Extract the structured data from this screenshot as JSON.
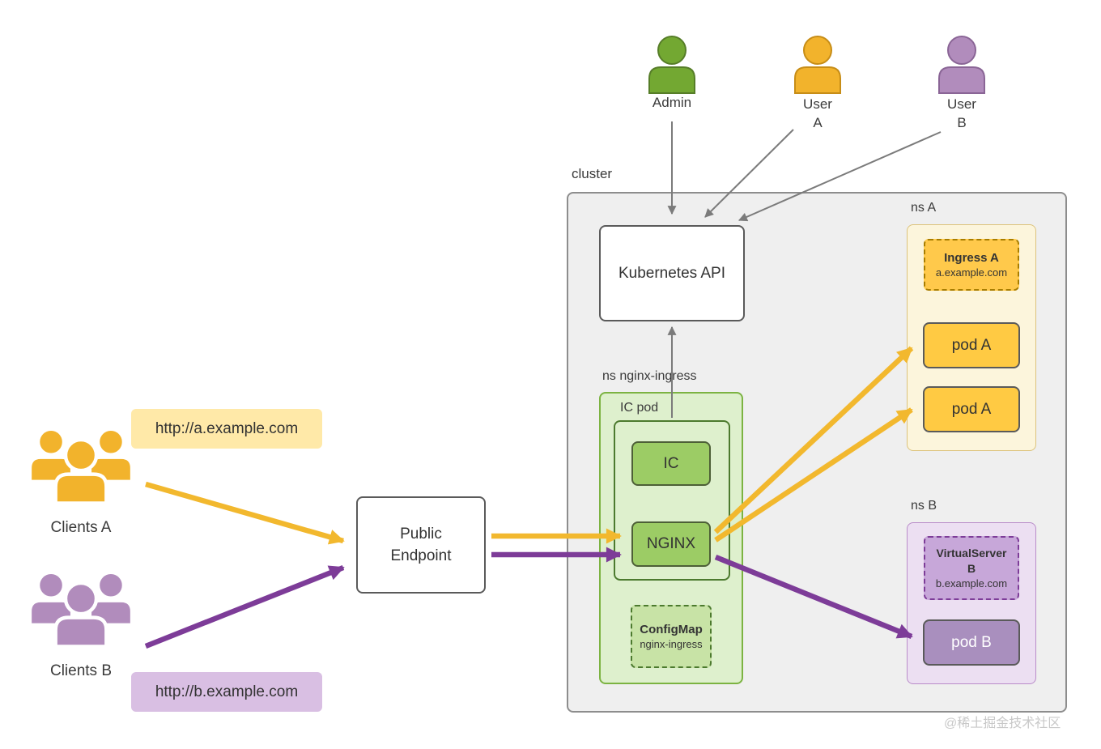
{
  "watermark": "@稀土掘金技术社区",
  "actors": {
    "admin": {
      "label": "Admin"
    },
    "user_a": {
      "line1": "User",
      "line2": "A"
    },
    "user_b": {
      "line1": "User",
      "line2": "B"
    }
  },
  "clients_a": {
    "label": "Clients A",
    "url": "http://a.example.com"
  },
  "clients_b": {
    "label": "Clients B",
    "url": "http://b.example.com"
  },
  "public_endpoint": {
    "line1": "Public",
    "line2": "Endpoint"
  },
  "cluster": {
    "label": "cluster",
    "kubernetes_api": "Kubernetes API",
    "ns_nginx_ingress": {
      "label": "ns nginx-ingress",
      "ic_pod_label": "IC pod",
      "ic": "IC",
      "nginx": "NGINX",
      "configmap_title": "ConfigMap",
      "configmap_subtitle": "nginx-ingress"
    },
    "ns_a": {
      "label": "ns A",
      "ingress_title": "Ingress A",
      "ingress_subtitle": "a.example.com",
      "pod1": "pod A",
      "pod2": "pod A"
    },
    "ns_b": {
      "label": "ns B",
      "virtualserver_title": "VirtualServer",
      "virtualserver_title2": "B",
      "virtualserver_subtitle": "b.example.com",
      "pod": "pod B"
    }
  },
  "colors": {
    "yellow": "#F2B82E",
    "pod-yellow": "#FFCA43",
    "amber": "#FFC94B",
    "yellow-light": "#FFE9A8",
    "yellow-pale": "#FCF5DC",
    "purple": "#7D3C98",
    "purple-mid": "#C7A7D9",
    "pod-purple": "#A98FBE",
    "purple-light": "#D9BFE3",
    "purple-pale": "#ECDFF2",
    "green": "#7CB342",
    "green-mid": "#9CCC65",
    "green-pale": "#DEF0CD",
    "green-dark": "#4C7A2E",
    "admin-green": "#73A832",
    "user-yellow": "#F2B32C",
    "user-purple": "#B18CBC",
    "gray-arrow": "#7b7b7b",
    "cluster-bg": "#EFEFEF",
    "cluster-border": "#8d8d8d",
    "box-border": "#5a5a5a"
  }
}
